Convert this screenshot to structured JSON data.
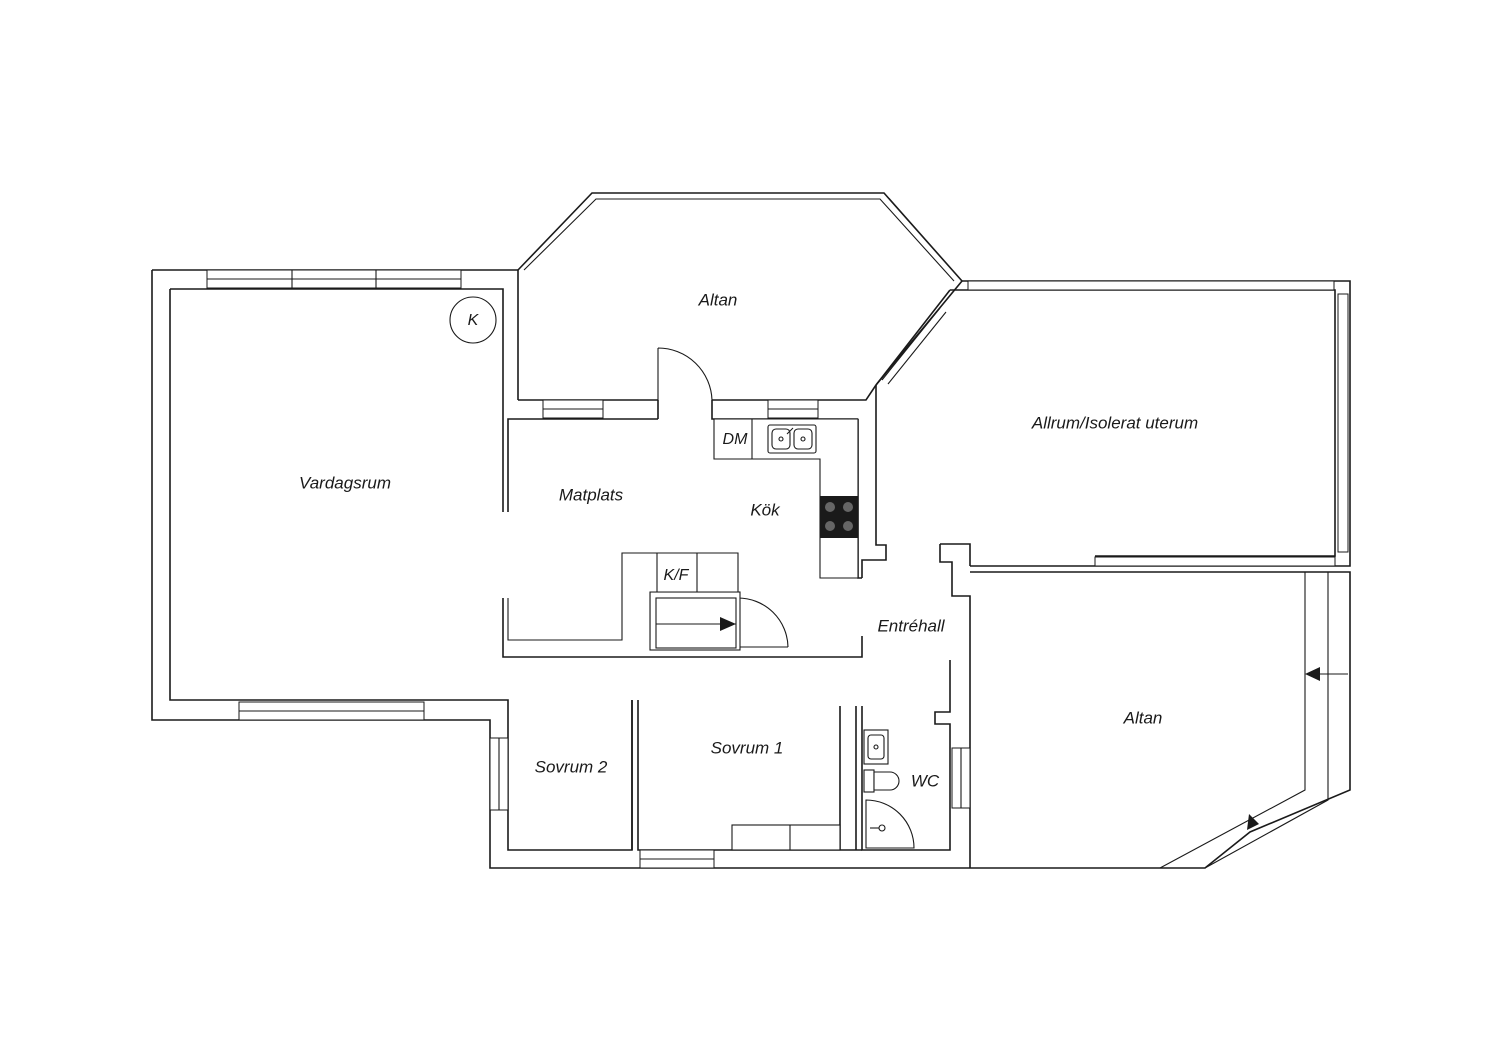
{
  "rooms": {
    "vardagsrum": "Vardagsrum",
    "altan_top": "Altan",
    "matplats": "Matplats",
    "kok": "Kök",
    "allrum": "Allrum/Isolerat uterum",
    "entrehall": "Entréhall",
    "altan_right": "Altan",
    "sovrum1": "Sovrum 1",
    "sovrum2": "Sovrum 2",
    "wc": "WC"
  },
  "fixtures": {
    "kamin": "K",
    "dishwasher": "DM",
    "fridge_freezer": "K/F"
  },
  "icons": {
    "fireplace": "fireplace-icon",
    "sink": "kitchen-sink-icon",
    "stove": "stove-icon",
    "toilet": "toilet-icon",
    "shower": "shower-icon",
    "basin": "wash-basin-icon",
    "entry_arrow": "entry-arrow-icon"
  }
}
